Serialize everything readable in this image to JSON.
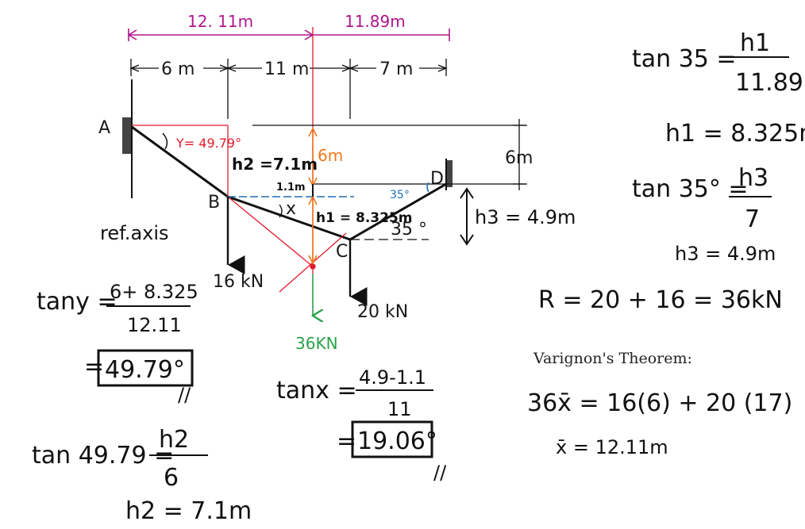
{
  "colors": {
    "magenta": "#b0168e",
    "red": "#e21b2c",
    "orange": "#f07818",
    "blue": "#1e6fb5",
    "green": "#2aa24a",
    "ink": "#111111"
  },
  "diagram": {
    "points": {
      "A": "A",
      "B": "B",
      "C": "C",
      "D": "D"
    },
    "top_dims": {
      "d1": "12. 11m",
      "d2": "11.89m"
    },
    "spans": {
      "s1": "6 m",
      "s2": "11 m",
      "s3": "7 m"
    },
    "angle_y": "Y= 49.79°",
    "h2_label": "h2 =7.1m",
    "six_m_orange": "6m",
    "six_m_right": "6m",
    "one_one_m": "1.1m",
    "angle_35_small": "35°",
    "h1_label": "h1 = 8.325m",
    "angle_35_c": "35 °",
    "h3_label": "h3 = 4.9m",
    "x_label": "x",
    "ref_axis": "ref.axis",
    "load_16": "16 kN",
    "load_20": "20 kN",
    "load_36": "36KN"
  },
  "equations": {
    "tan35_lhs": "tan 35 =",
    "tan35_num": "h1",
    "tan35_den": "11.89",
    "h1_result": "h1 = 8.325m",
    "tan35b_lhs": "tan 35° =",
    "tan35b_num": "h3",
    "tan35b_den": "7",
    "h3_result": "h3 = 4.9m",
    "R_eq": "R = 20 + 16 = 36kN",
    "varignon_title": "Varignon's Theorem:",
    "varignon_eq": "36x̄ = 16(6) + 20 (17)",
    "xbar_result": "x̄ = 12.11m",
    "tany_lhs": "tany =",
    "tany_num": "6+ 8.325",
    "tany_den": "12.11",
    "tany_result": "49.79°",
    "tanx_lhs": "tanx =",
    "tanx_num": "4.9-1.1",
    "tanx_den": "11",
    "tanx_result": "19.06°",
    "tan4979_lhs": "tan 49.79 =",
    "tan4979_num": "h2",
    "tan4979_den": "6",
    "h2_result": "h2 = 7.1m",
    "eq_sign": "=",
    "check1": "//",
    "check2": "//"
  }
}
